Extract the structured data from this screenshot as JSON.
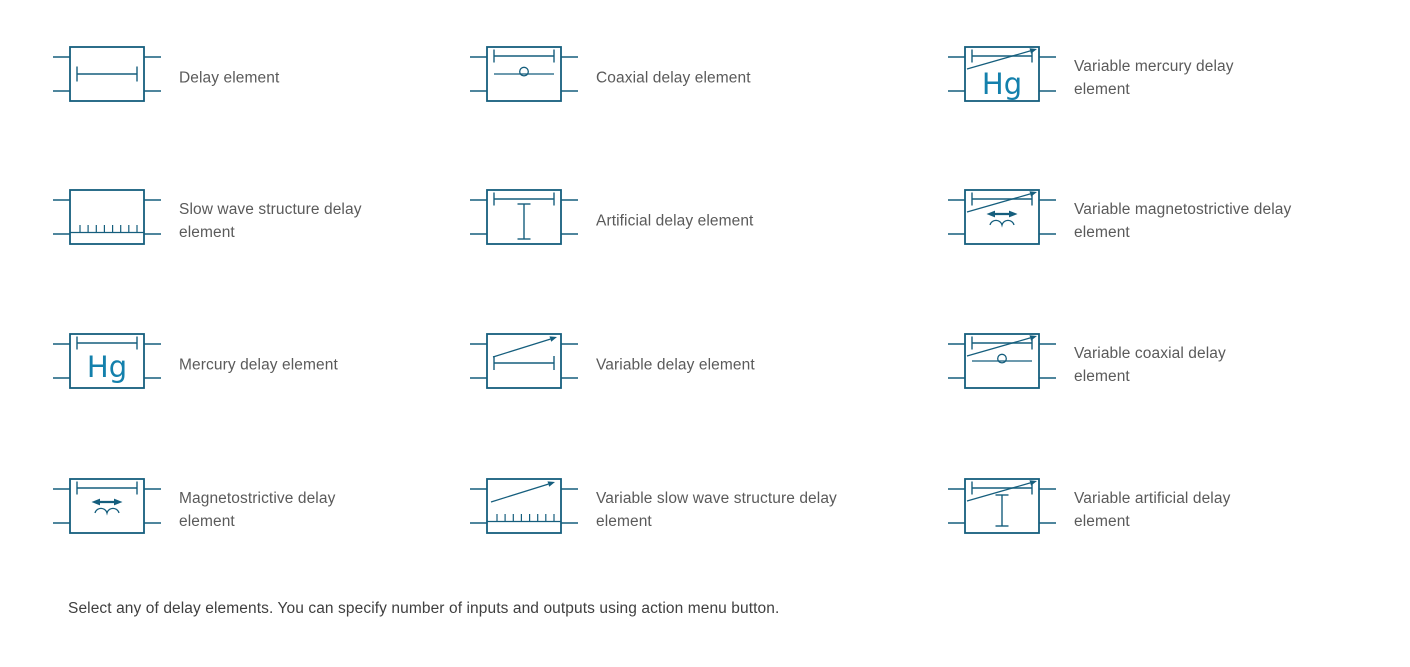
{
  "palette": {
    "background": "#FFFFFF",
    "stroke": "#155E7D",
    "mercury_text": "#1380AC",
    "label_color": "#5A5A5A",
    "caption_color": "#3F3F3F"
  },
  "mercury_symbol_text": "Hg",
  "items": [
    {
      "label": "Delay element",
      "icon": "delay"
    },
    {
      "label": "Coaxial delay element",
      "icon": "coaxial-delay"
    },
    {
      "label": "Variable mercury delay\nelement",
      "icon": "variable-mercury-delay"
    },
    {
      "label": "Slow wave structure delay\nelement",
      "icon": "slow-wave-structure-delay"
    },
    {
      "label": "Artificial delay element",
      "icon": "artificial-delay"
    },
    {
      "label": "Variable magnetostrictive delay\nelement",
      "icon": "variable-magnetostrictive-delay"
    },
    {
      "label": "Mercury delay element",
      "icon": "mercury-delay"
    },
    {
      "label": "Variable delay element",
      "icon": "variable-delay"
    },
    {
      "label": "Variable coaxial delay\nelement",
      "icon": "variable-coaxial-delay"
    },
    {
      "label": "Magnetostrictive delay\nelement",
      "icon": "magnetostrictive-delay"
    },
    {
      "label": "Variable slow wave structure delay\nelement",
      "icon": "variable-slow-wave-structure-delay"
    },
    {
      "label": "Variable artificial delay\nelement",
      "icon": "variable-artificial-delay"
    }
  ],
  "caption": "Select any of delay elements. You can specify number of inputs and outputs using action menu button."
}
